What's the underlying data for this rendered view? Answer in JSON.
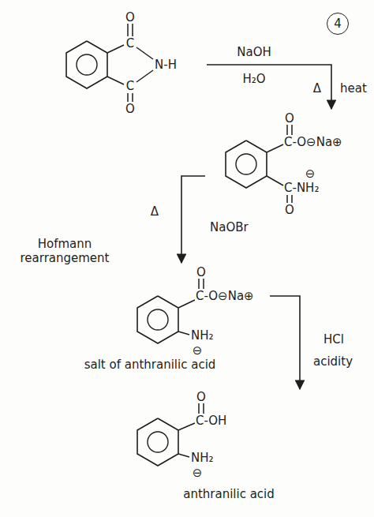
{
  "diagram": {
    "nodes": [
      {
        "text": [
          "O",
          "C",
          "N-H",
          "C",
          "O"
        ]
      },
      {
        "text": [
          "O",
          "C-O⊖Na⊕",
          "⊖",
          "C-NH₂",
          "O"
        ]
      },
      {
        "text": [
          "O",
          "C-O⊖Na⊕",
          "NH₂",
          "⊖"
        ]
      },
      {
        "text": [
          "O",
          "C-OH",
          "NH₂",
          "⊖"
        ]
      }
    ],
    "edges": [
      {
        "from": 0,
        "to": 1,
        "label": "NaOH",
        "arrow": "to"
      },
      {
        "from": 1,
        "to": 2,
        "label": "NaOBr",
        "arrow": "to"
      },
      {
        "from": 2,
        "to": 3,
        "label": "HCl",
        "arrow": "to"
      }
    ],
    "labels": [
      "4",
      "H₂O",
      "Δ",
      "heat",
      "Δ",
      "Hofmann rearrangement",
      "salt of anthranilic acid",
      "acidity",
      "anthranilic acid"
    ]
  }
}
